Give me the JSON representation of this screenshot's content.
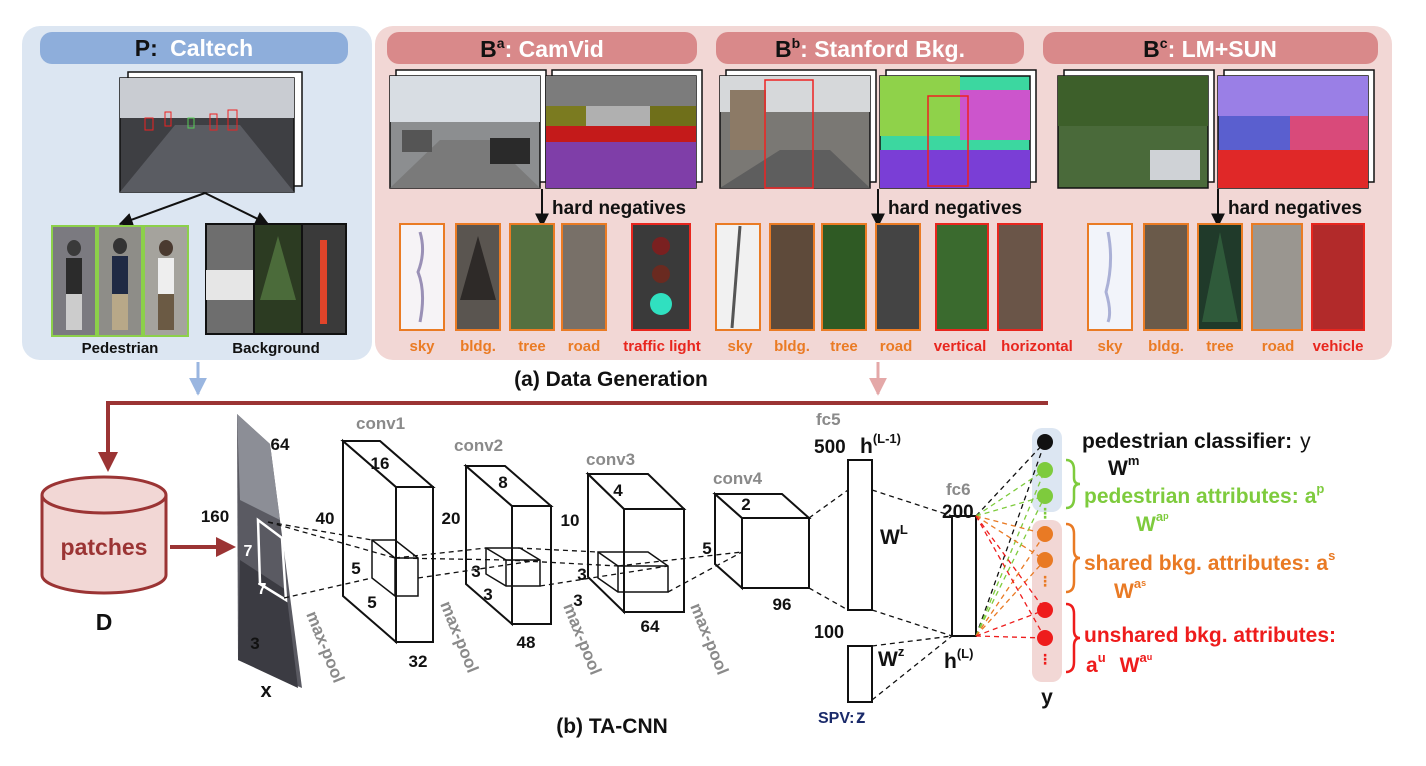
{
  "header_p": {
    "prefix": "P:",
    "name": "Caltech"
  },
  "header_ba": {
    "prefix": "B",
    "sup": "a",
    "name": ": CamVid"
  },
  "header_bb": {
    "prefix": "B",
    "sup": "b",
    "name": ": Stanford Bkg."
  },
  "header_bc": {
    "prefix": "B",
    "sup": "c",
    "name": ": LM+SUN"
  },
  "caltech_labels": {
    "pedestrian": "Pedestrian",
    "background": "Background"
  },
  "hard_negatives": "hard negatives",
  "patch_labels": {
    "camvid": [
      "sky",
      "bldg.",
      "tree",
      "road",
      "traffic light"
    ],
    "stanford": [
      "sky",
      "bldg.",
      "tree",
      "road",
      "vertical",
      "horizontal"
    ],
    "lmsun": [
      "sky",
      "bldg.",
      "tree",
      "road",
      "vehicle"
    ]
  },
  "caption_a": "(a) Data Generation",
  "caption_b": "(b) TA-CNN",
  "db": {
    "label": "patches",
    "name": "D"
  },
  "input": {
    "w": "64",
    "h": "160",
    "k1": "7",
    "k2": "7",
    "c": "3",
    "name": "x"
  },
  "layers": {
    "conv1": {
      "name": "conv1",
      "a": "16",
      "b": "40",
      "c": "5",
      "d": "5",
      "e": "32"
    },
    "conv2": {
      "name": "conv2",
      "a": "8",
      "b": "20",
      "c": "3",
      "d": "3",
      "e": "48"
    },
    "conv3": {
      "name": "conv3",
      "a": "4",
      "b": "10",
      "c": "3",
      "d": "3",
      "e": "64"
    },
    "conv4": {
      "name": "conv4",
      "a": "2",
      "b": "5",
      "e": "96"
    },
    "pool": "max-pool"
  },
  "fc5": {
    "name": "fc5",
    "size": "500",
    "h": "h",
    "hsup": "(L-1)",
    "wl": "W",
    "wlsup": "L",
    "spv_size": "100",
    "wz": "W",
    "wzsup": "z",
    "spv": "SPV:",
    "z": "z"
  },
  "fc6": {
    "name": "fc6",
    "size": "200",
    "h": "h",
    "hsup": "(L)"
  },
  "outputs": {
    "ped_cls": "pedestrian classifier:",
    "y": "y",
    "wm": "W",
    "wmsup": "m",
    "ped_attr": "pedestrian attributes:",
    "ap": "a",
    "apsup": "p",
    "wap": "W",
    "wapsup": "a",
    "shared": "shared bkg. attributes:",
    "as": "a",
    "assup": "s",
    "was": "W",
    "wassup": "a",
    "unshared": "unshared bkg. attributes:",
    "au": "a",
    "ausup": "u",
    "wau": "W",
    "wausup": "a",
    "y_bottom": "y",
    "dots": "⋮"
  },
  "colors": {
    "blue_panel": "#dce6f2",
    "blue_header": "#8eaedb",
    "pink_panel": "#f2d7d5",
    "pink_header": "#d9898a",
    "maroon": "#9b3434",
    "green": "#7ecb3d",
    "orange": "#e97a24",
    "red": "#ee1c1c"
  }
}
